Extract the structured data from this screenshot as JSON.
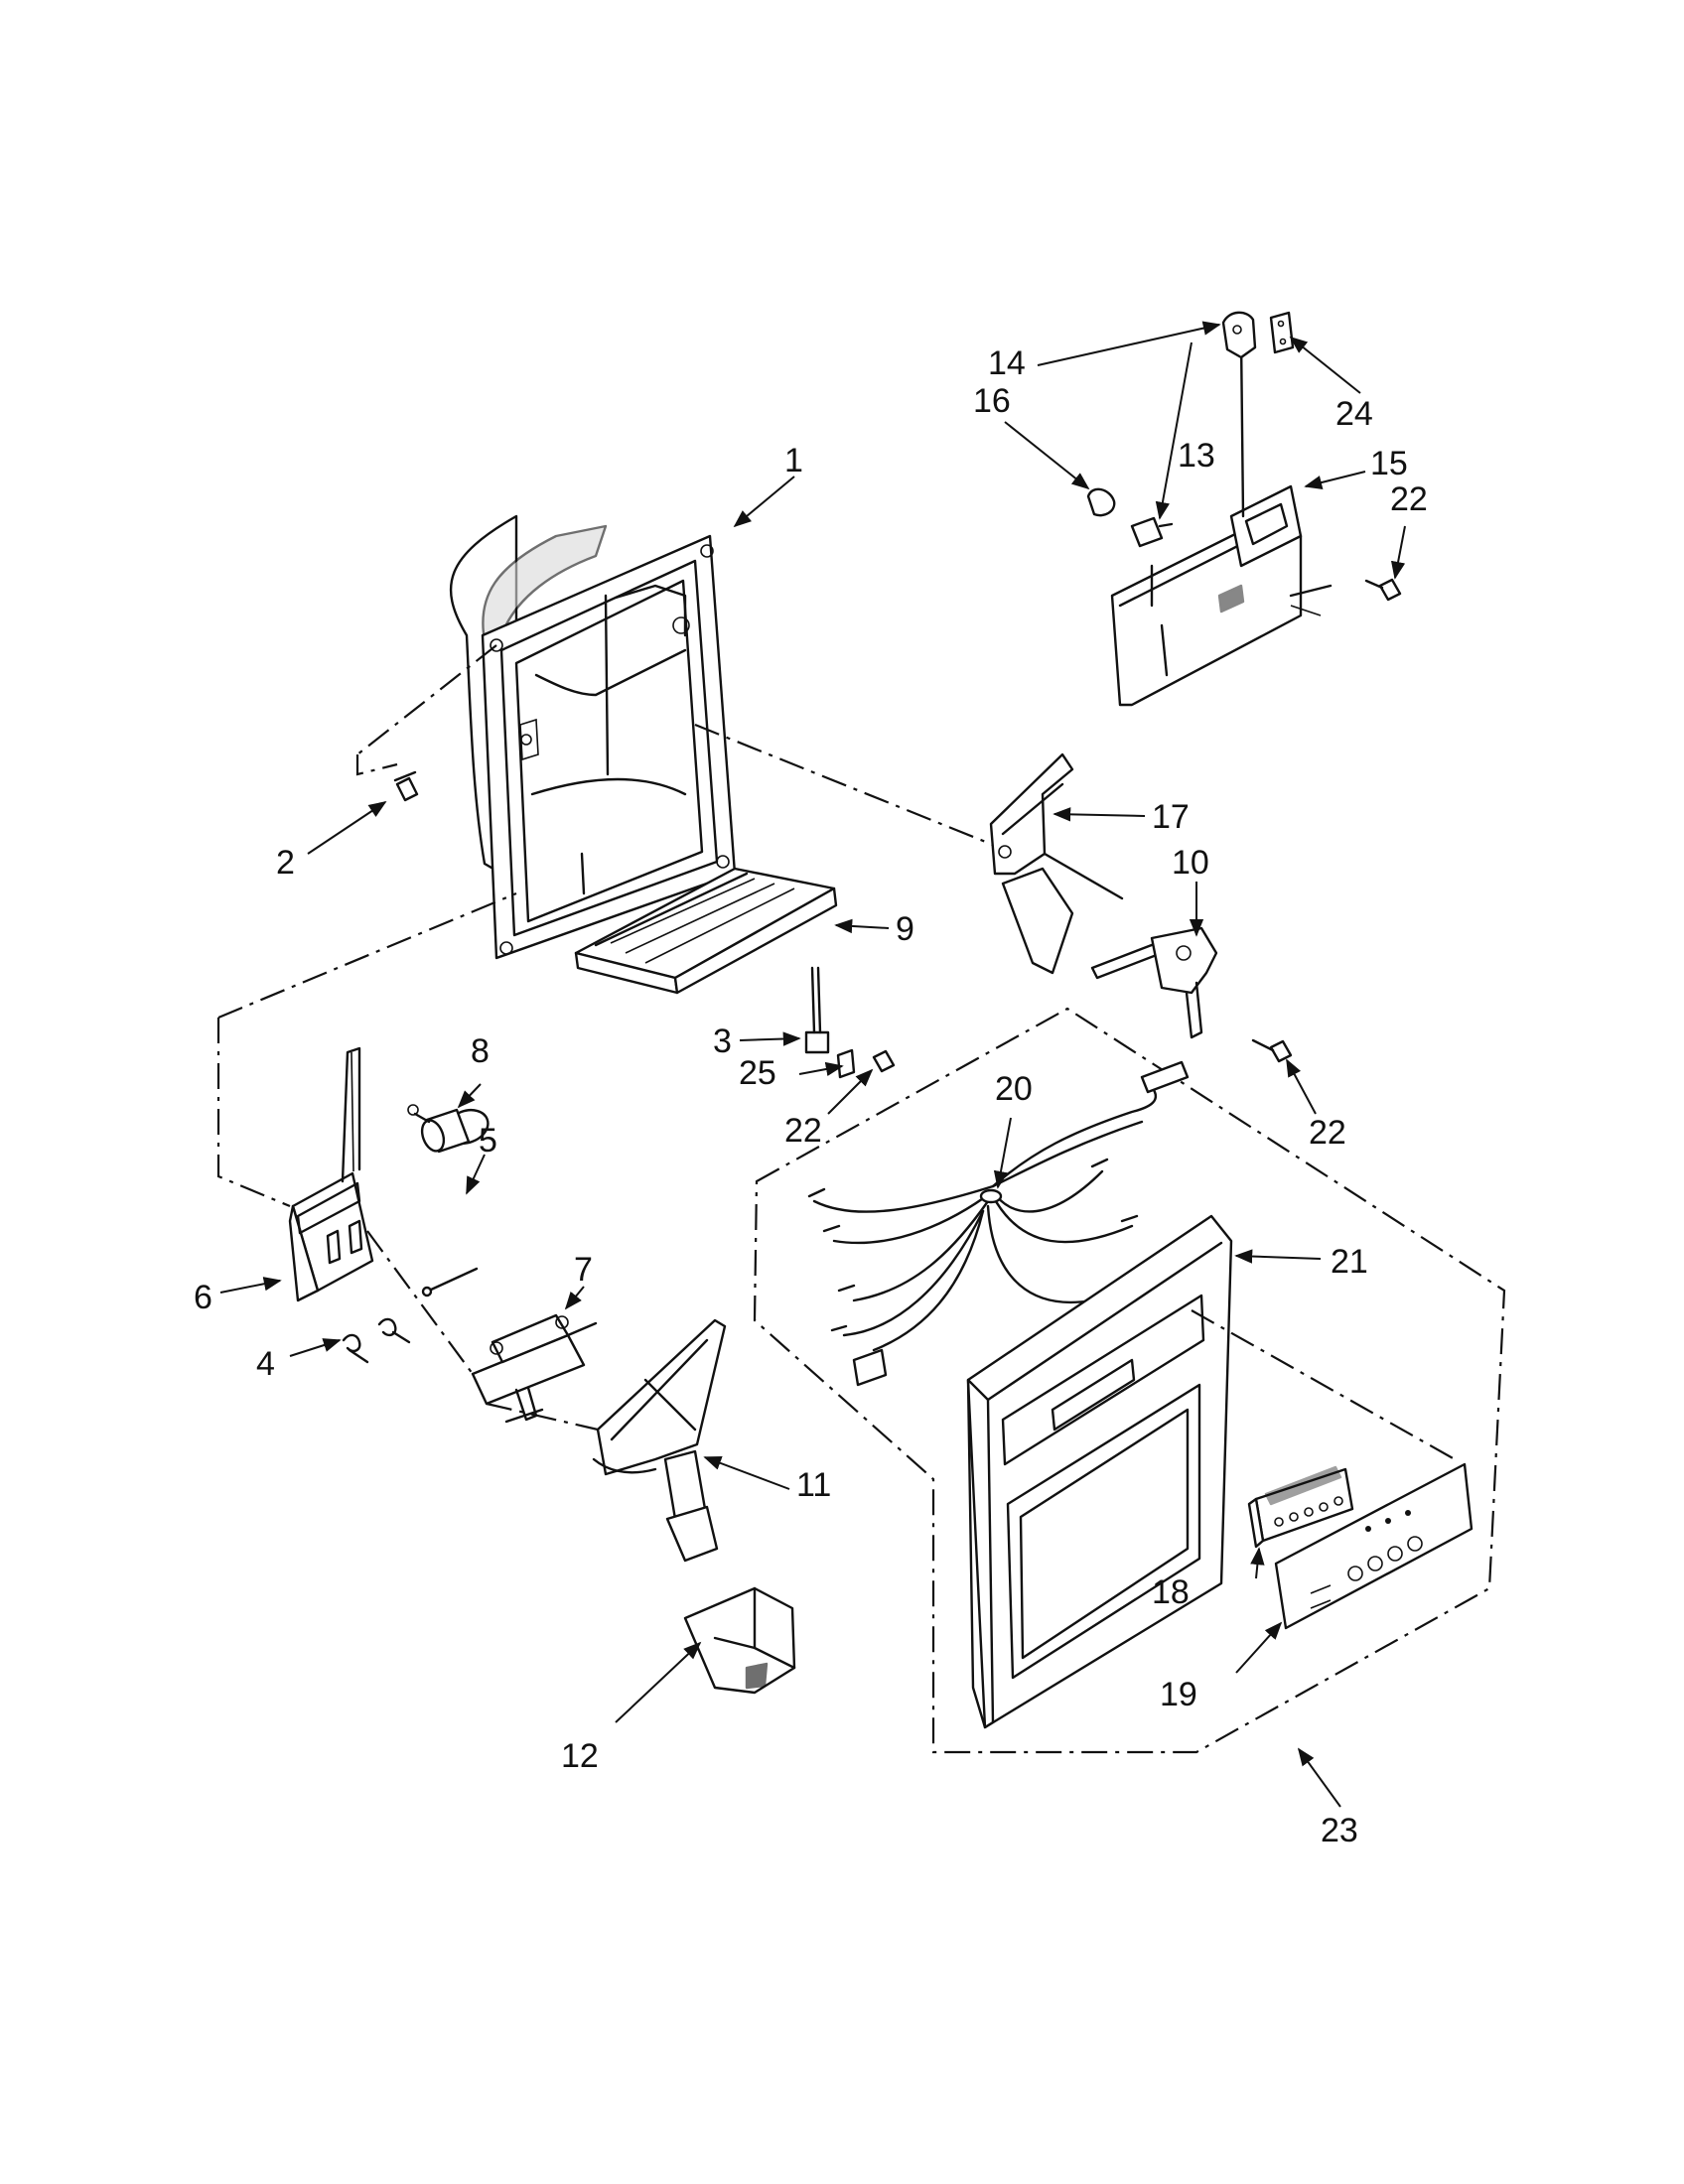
{
  "callouts": [
    {
      "id": "c1",
      "text": "1"
    },
    {
      "id": "c2",
      "text": "2"
    },
    {
      "id": "c3",
      "text": "3"
    },
    {
      "id": "c4",
      "text": "4"
    },
    {
      "id": "c5",
      "text": "5"
    },
    {
      "id": "c6",
      "text": "6"
    },
    {
      "id": "c7",
      "text": "7"
    },
    {
      "id": "c8",
      "text": "8"
    },
    {
      "id": "c9",
      "text": "9"
    },
    {
      "id": "c10",
      "text": "10"
    },
    {
      "id": "c11",
      "text": "11"
    },
    {
      "id": "c12",
      "text": "12"
    },
    {
      "id": "c13",
      "text": "13"
    },
    {
      "id": "c14",
      "text": "14"
    },
    {
      "id": "c15",
      "text": "15"
    },
    {
      "id": "c16",
      "text": "16"
    },
    {
      "id": "c17",
      "text": "17"
    },
    {
      "id": "c18",
      "text": "18"
    },
    {
      "id": "c19",
      "text": "19"
    },
    {
      "id": "c20",
      "text": "20"
    },
    {
      "id": "c21",
      "text": "21"
    },
    {
      "id": "c22a",
      "text": "22"
    },
    {
      "id": "c22b",
      "text": "22"
    },
    {
      "id": "c22c",
      "text": "22"
    },
    {
      "id": "c23",
      "text": "23"
    },
    {
      "id": "c24",
      "text": "24"
    },
    {
      "id": "c25",
      "text": "25"
    }
  ]
}
